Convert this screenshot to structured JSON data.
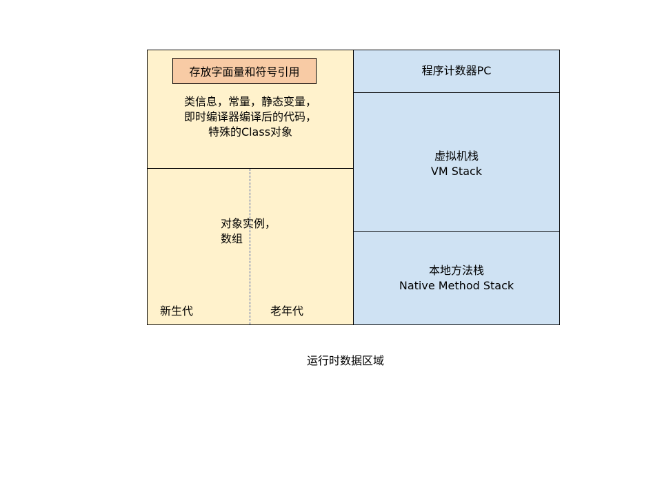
{
  "method_area": {
    "constant_pool_label": "存放字面量和符号引用",
    "lines": [
      "类信息，常量，静态变量，",
      "即时编译器编译后的代码，",
      "特殊的Class对象"
    ]
  },
  "heap": {
    "lines": [
      "对象实例，",
      "数组"
    ],
    "young_gen_label": "新生代",
    "old_gen_label": "老年代"
  },
  "pc_register": {
    "label": "程序计数器PC"
  },
  "vm_stack": {
    "lines": [
      "虚拟机栈",
      "VM Stack"
    ]
  },
  "native_stack": {
    "lines": [
      "本地方法栈",
      "Native Method Stack"
    ]
  },
  "caption": "运行时数据区域",
  "colors": {
    "shared_area": "#fff2cc",
    "thread_private_area": "#cfe2f3",
    "constant_pool": "#f8cba5",
    "divider": "#3c5aa8"
  }
}
